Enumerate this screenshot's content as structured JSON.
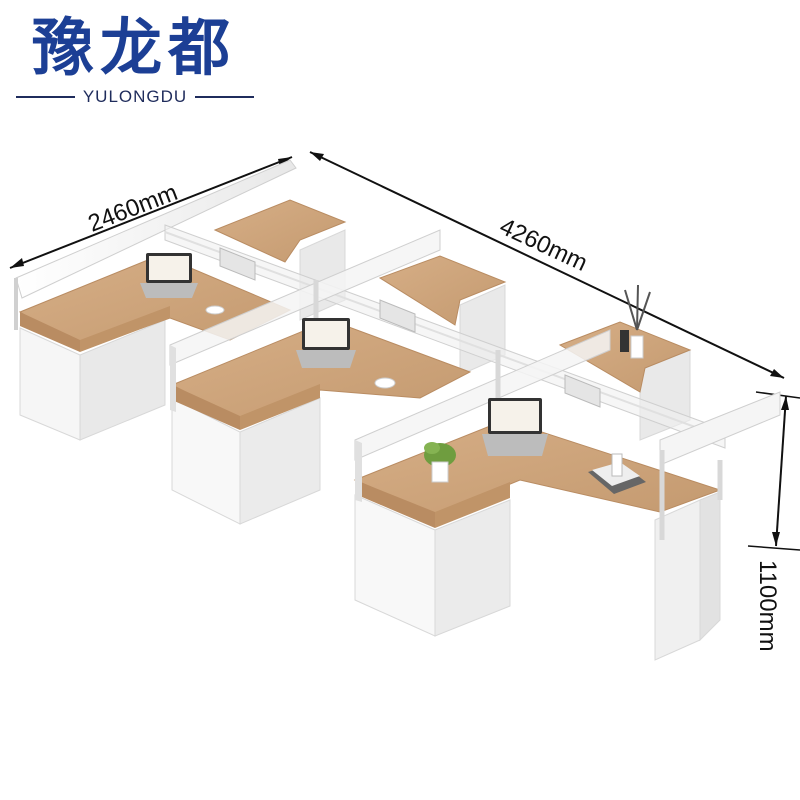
{
  "brand": {
    "name_cn": "豫龙都",
    "name_en": "YULONGDU",
    "color": "#1c3f95"
  },
  "dimensions": {
    "depth": "2460mm",
    "length": "4260mm",
    "height": "1100mm"
  },
  "colors": {
    "wood": "#cfa57c",
    "wood_edge": "#b98c62",
    "white_panel": "#f4f4f4",
    "frame": "#dcdcdc"
  },
  "icons": [
    "laptop-icon",
    "potted-plant-icon",
    "vase-icon",
    "coffee-cup-icon",
    "tray-icon"
  ]
}
